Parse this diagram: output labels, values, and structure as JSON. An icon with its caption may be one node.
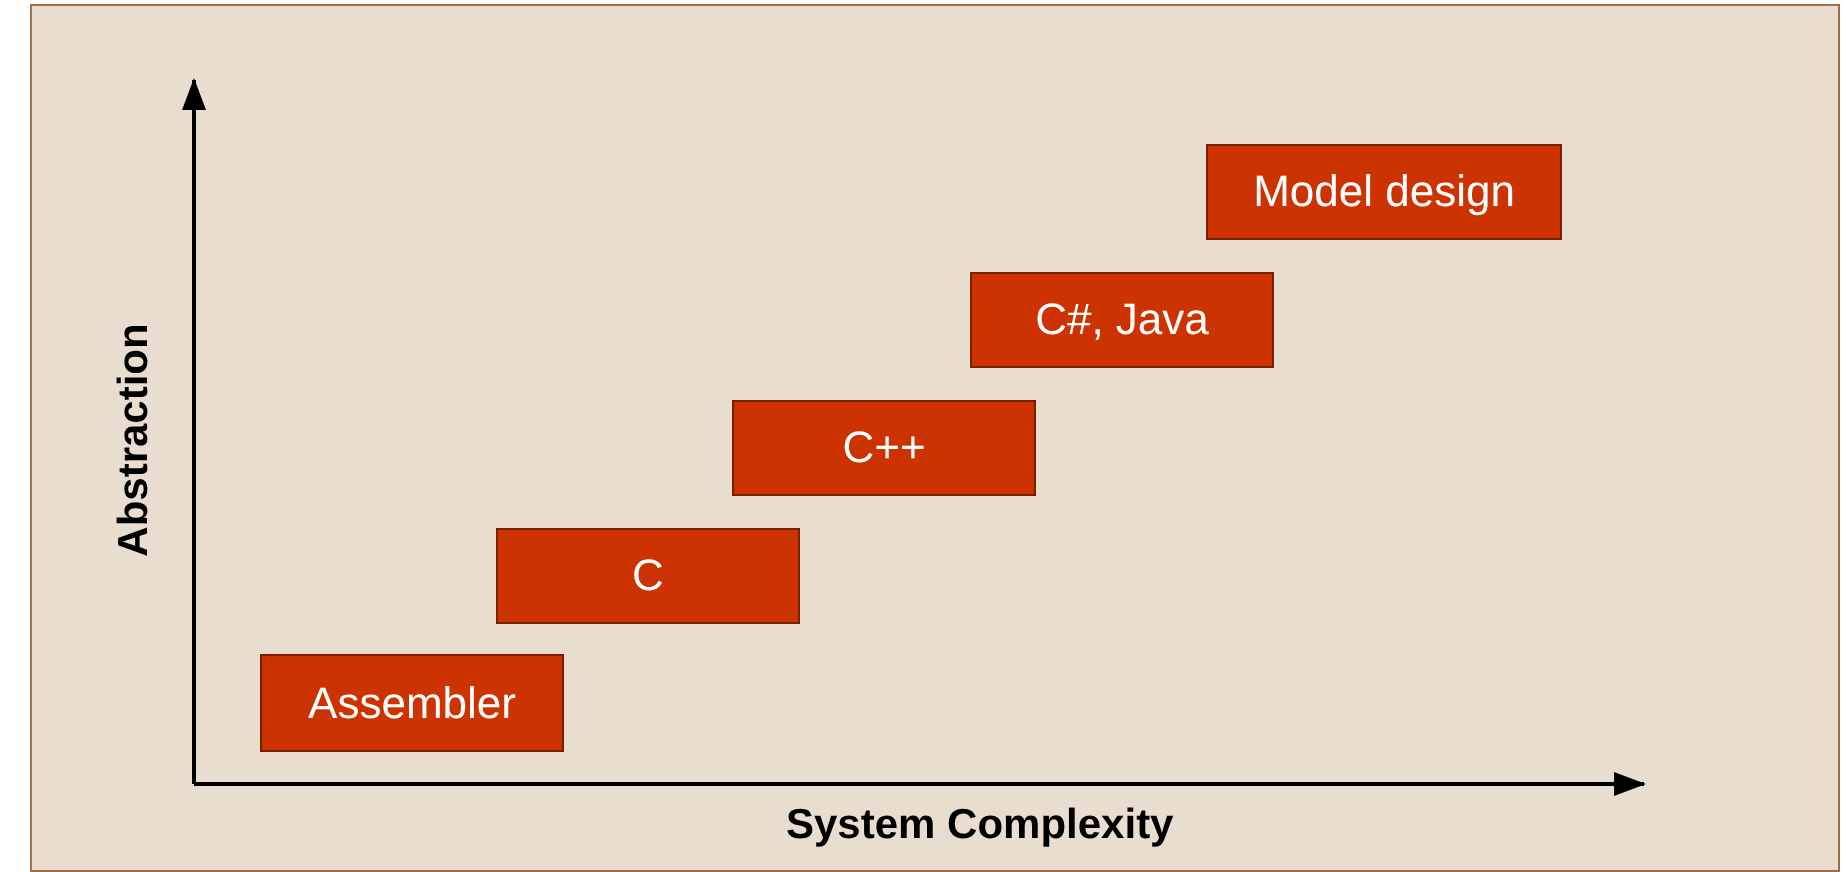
{
  "diagram": {
    "nodes": [
      {
        "text": [
          "Model design"
        ]
      },
      {
        "text": [
          "C#, Java"
        ]
      },
      {
        "text": [
          "C++"
        ]
      },
      {
        "text": [
          "C"
        ]
      },
      {
        "text": [
          "Assembler"
        ]
      }
    ],
    "labels": [
      "Abstraction",
      "System Complexity"
    ]
  }
}
